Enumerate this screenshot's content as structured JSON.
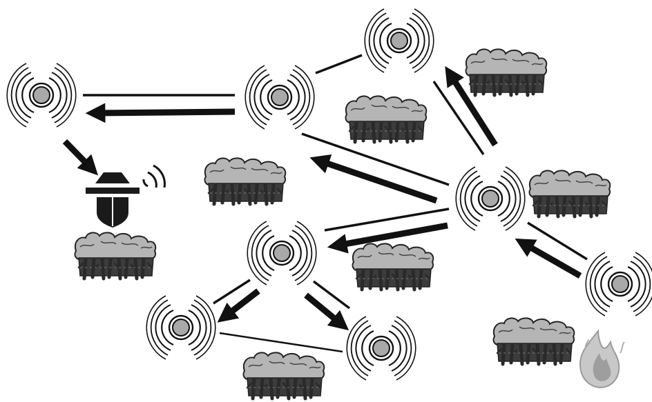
{
  "diagram": {
    "description_free": true,
    "nodes": [
      {
        "id": "n1",
        "kind": "sensor-node"
      },
      {
        "id": "n2",
        "kind": "sensor-node"
      },
      {
        "id": "n3",
        "kind": "sensor-node"
      },
      {
        "id": "n4",
        "kind": "sensor-node"
      },
      {
        "id": "n5",
        "kind": "sensor-node"
      },
      {
        "id": "n6",
        "kind": "sensor-node"
      },
      {
        "id": "n7",
        "kind": "sensor-node"
      },
      {
        "id": "n8",
        "kind": "sensor-node"
      },
      {
        "id": "gw",
        "kind": "gateway"
      }
    ],
    "links": [
      {
        "from": "n2",
        "to": "n1",
        "arrow": true
      },
      {
        "from": "n2",
        "to": "n3",
        "arrow": false
      },
      {
        "from": "n5",
        "to": "n2",
        "arrow": true
      },
      {
        "from": "n5",
        "to": "n3",
        "arrow": true
      },
      {
        "from": "n5",
        "to": "n4",
        "arrow": true
      },
      {
        "from": "n8",
        "to": "n5",
        "arrow": true
      },
      {
        "from": "n4",
        "to": "n6",
        "arrow": true
      },
      {
        "from": "n4",
        "to": "n7",
        "arrow": true
      },
      {
        "from": "n6",
        "to": "n7",
        "arrow": false
      },
      {
        "from": "n1",
        "to": "gw",
        "arrow": true
      }
    ],
    "colors": {
      "line": "#1a1a1a",
      "node_core": "#a9a9a9",
      "forest_canopy": "#b5b5b5",
      "forest_trunks": "#3c3c3c",
      "fire": "#bdbdbd"
    }
  }
}
